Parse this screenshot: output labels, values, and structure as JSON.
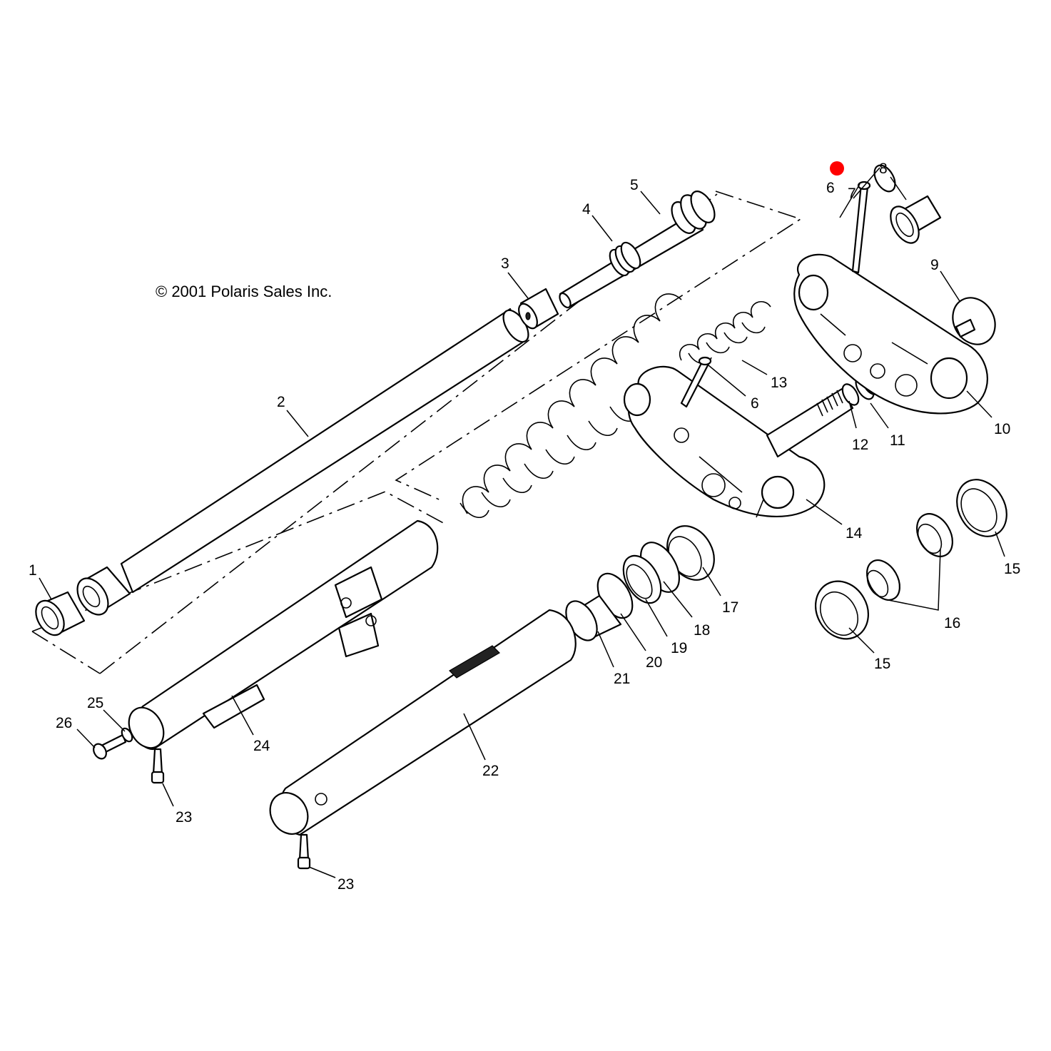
{
  "copyright": "© 2001 Polaris Sales Inc.",
  "marker_color": "#ff0000",
  "callouts": {
    "c1": "1",
    "c2": "2",
    "c3": "3",
    "c4": "4",
    "c5": "5",
    "c6a": "6",
    "c6b": "6",
    "c7": "7",
    "c8": "8",
    "c9": "9",
    "c10": "10",
    "c11": "11",
    "c12": "12",
    "c13": "13",
    "c14": "14",
    "c15a": "15",
    "c15b": "15",
    "c16": "16",
    "c17": "17",
    "c18": "18",
    "c19": "19",
    "c20": "20",
    "c21": "21",
    "c22": "22",
    "c23a": "23",
    "c23b": "23",
    "c24": "24",
    "c25": "25",
    "c26": "26"
  }
}
